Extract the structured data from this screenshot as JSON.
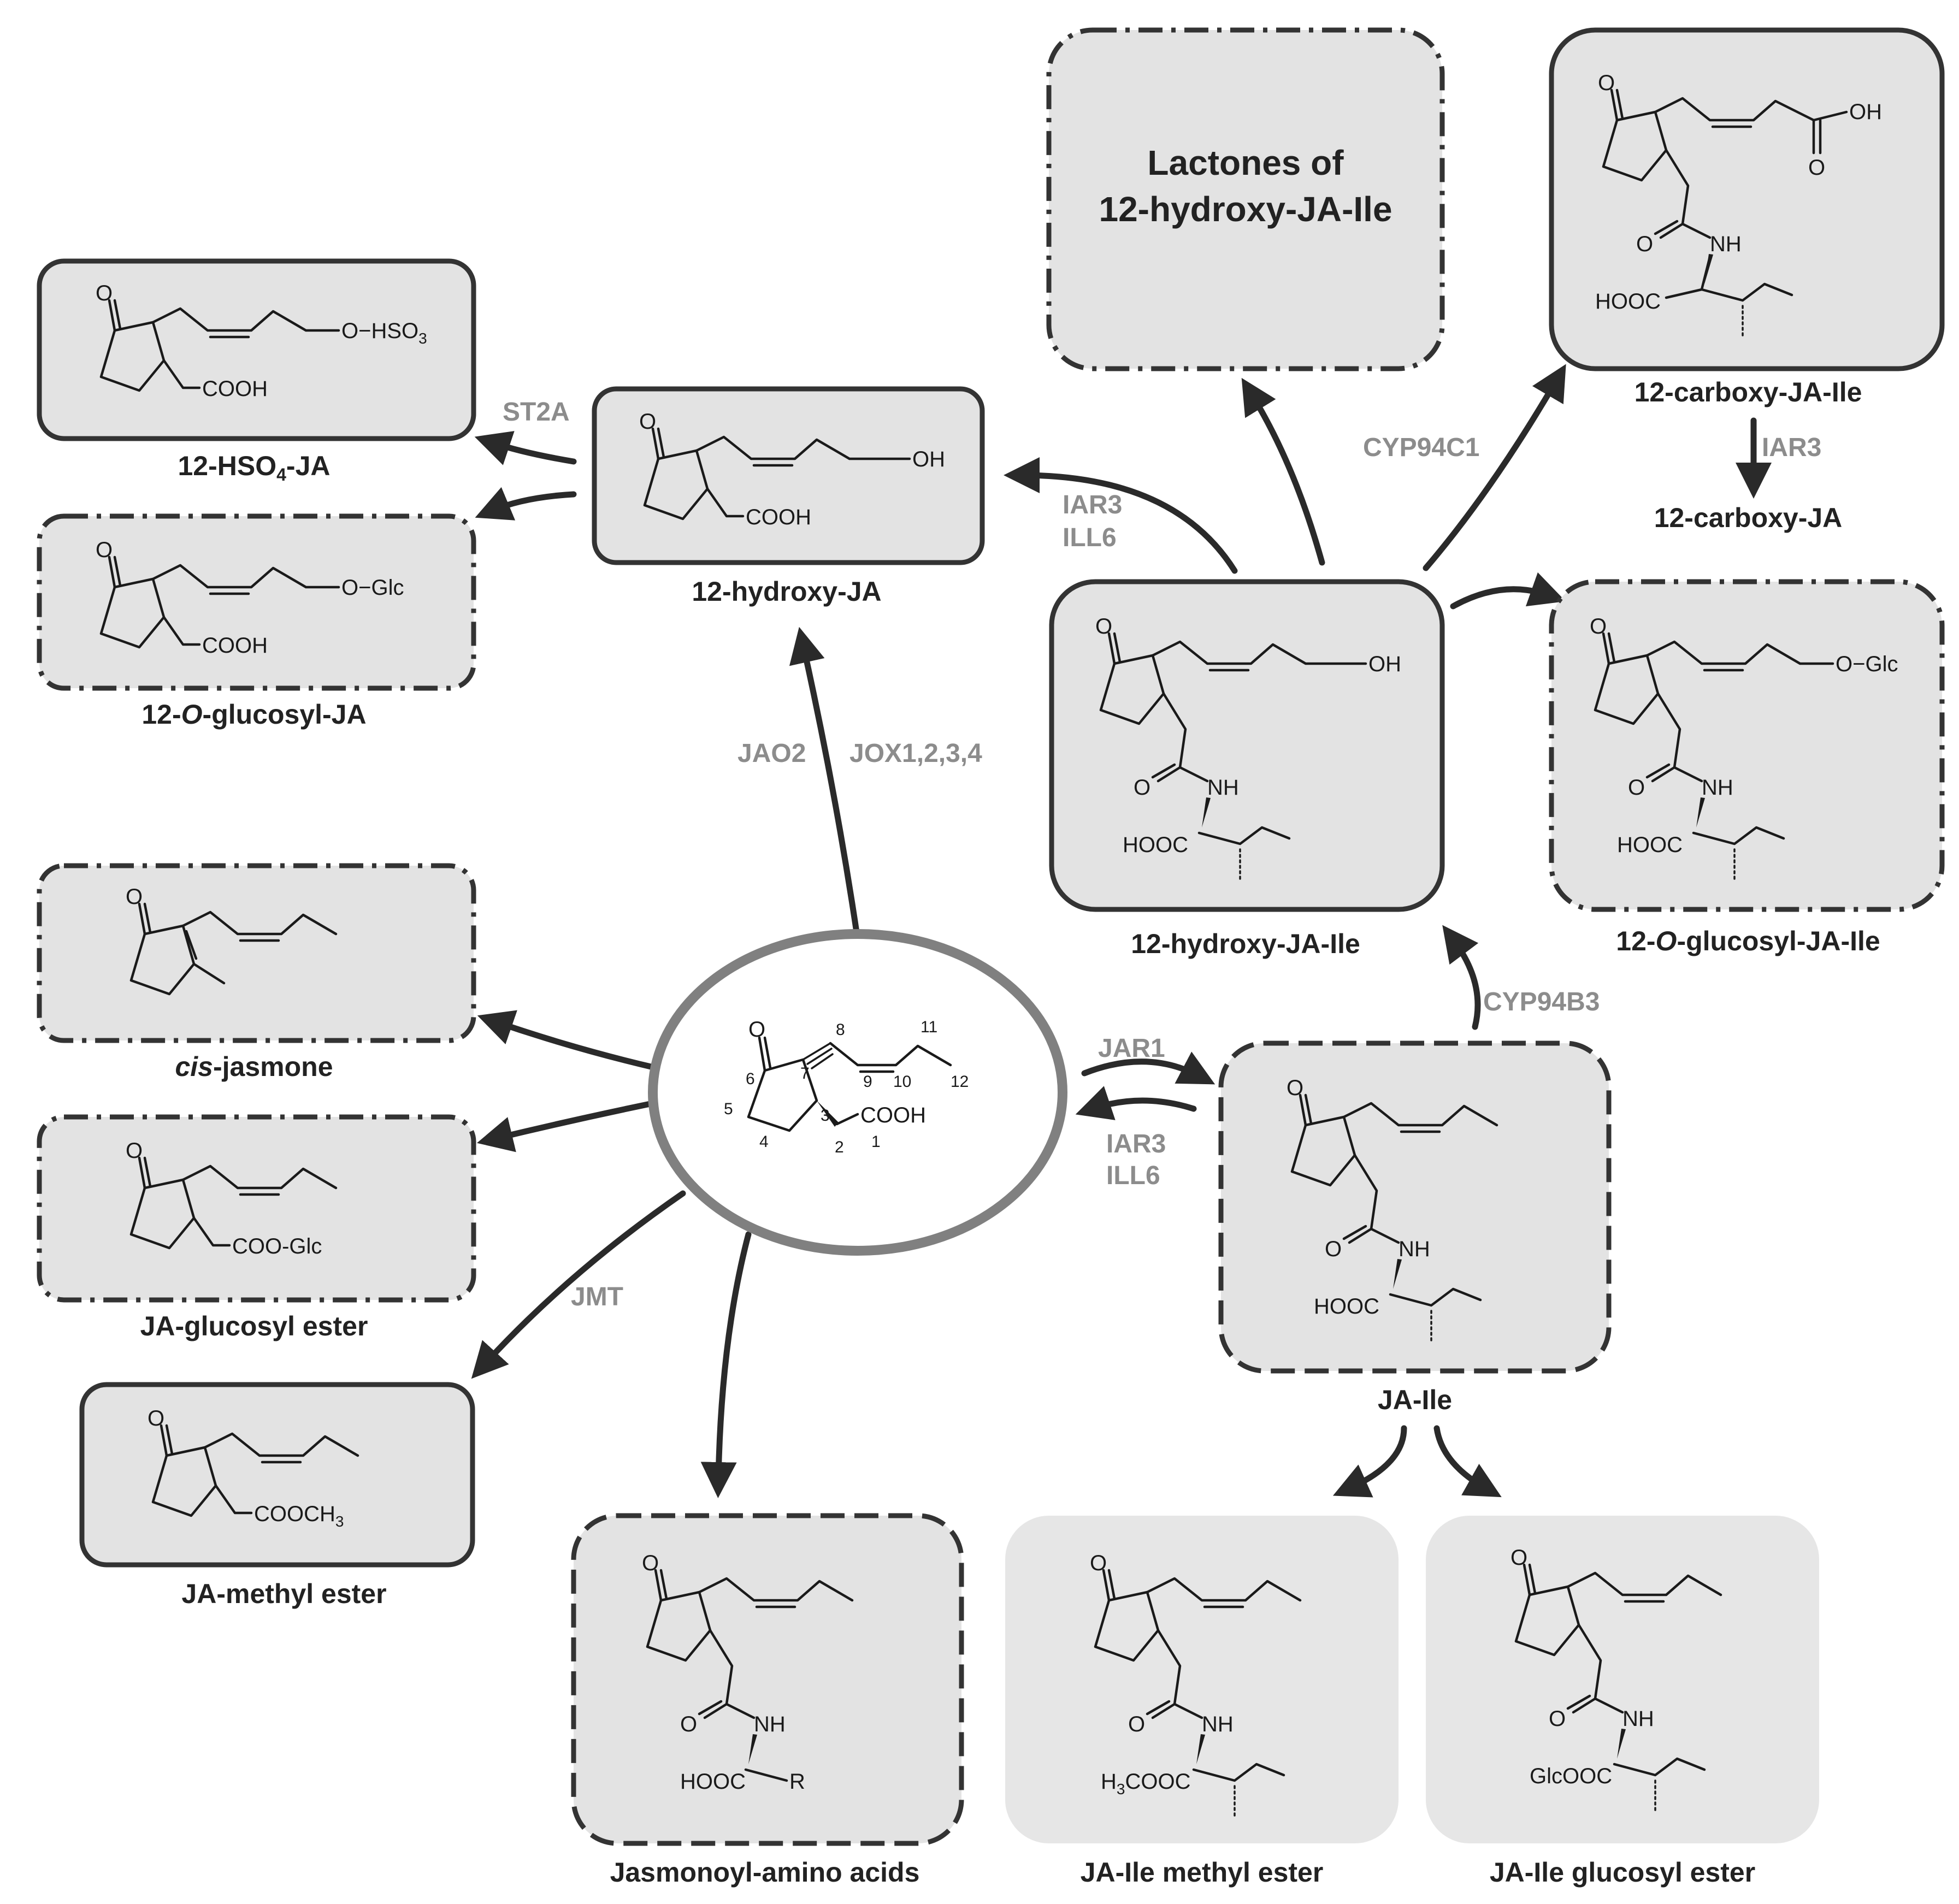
{
  "compounds": {
    "center": {
      "name": "",
      "atom_labels": {
        "o": "O",
        "acid": "COOH"
      },
      "numbers": [
        "1",
        "2",
        "3",
        "4",
        "5",
        "6",
        "7",
        "8",
        "9",
        "10",
        "11",
        "12"
      ]
    },
    "hso4_ja": {
      "name_prefix": "12-HSO",
      "name_sub": "4",
      "name_suffix": "-JA",
      "group": "O−HSO",
      "group_sub": "3",
      "acid": "COOH"
    },
    "glucosyl_ja": {
      "name_prefix": "12-",
      "name_italic": "O",
      "name_suffix": "-glucosyl-JA",
      "group": "O−Glc",
      "acid": "COOH"
    },
    "hydroxy_ja": {
      "name": "12-hydroxy-JA",
      "group": "OH",
      "acid": "COOH"
    },
    "lactones": {
      "line1": "Lactones of",
      "line2": "12-hydroxy-JA-Ile"
    },
    "carboxy_ja_ile": {
      "name": "12-carboxy-JA-Ile",
      "group_oh": "OH",
      "nh": "NH",
      "hooc": "HOOC"
    },
    "carboxy_ja": {
      "name": "12-carboxy-JA"
    },
    "hydroxy_ja_ile": {
      "name": "12-hydroxy-JA-Ile",
      "group": "OH",
      "nh": "NH",
      "hooc": "HOOC"
    },
    "glucosyl_ja_ile": {
      "name_prefix": "12-",
      "name_italic": "O",
      "name_suffix": "-glucosyl-JA-Ile",
      "group": "O−Glc",
      "nh": "NH",
      "hooc": "HOOC"
    },
    "cis_jasmone": {
      "name_italic": "cis",
      "name_suffix": "-jasmone"
    },
    "ja_glucosyl_ester": {
      "name": "JA-glucosyl ester",
      "group": "COO-Glc"
    },
    "ja_methyl_ester": {
      "name": "JA-methyl ester",
      "group": "COOCH",
      "group_sub": "3"
    },
    "jasmonoyl_aa": {
      "name": "Jasmonoyl-amino acids",
      "nh": "NH",
      "hooc": "HOOC",
      "r": "R"
    },
    "ja_ile": {
      "name": "JA-Ile",
      "nh": "NH",
      "hooc": "HOOC"
    },
    "ja_ile_methyl": {
      "name": "JA-Ile methyl ester",
      "nh": "NH",
      "ester_prefix": "H",
      "ester_sub": "3",
      "ester_suffix": "COOC"
    },
    "ja_ile_glucosyl": {
      "name": "JA-Ile glucosyl ester",
      "nh": "NH",
      "ester": "GlcOOC"
    }
  },
  "enzymes": {
    "st2a": "ST2A",
    "iar3_ill6_upper_1": "IAR3",
    "iar3_ill6_upper_2": "ILL6",
    "cyp94c1": "CYP94C1",
    "iar3_right": "IAR3",
    "jao2": "JAO2",
    "jox": "JOX1,2,3,4",
    "cyp94b3": "CYP94B3",
    "jar1": "JAR1",
    "iar3_lower_1": "IAR3",
    "iar3_lower_2": "ILL6",
    "jmt": "JMT"
  },
  "colors": {
    "box_fill": "#e3e3e3",
    "box_stroke": "#333333",
    "ellipse_stroke": "#808080",
    "enzyme_text": "#8c8c8c"
  }
}
